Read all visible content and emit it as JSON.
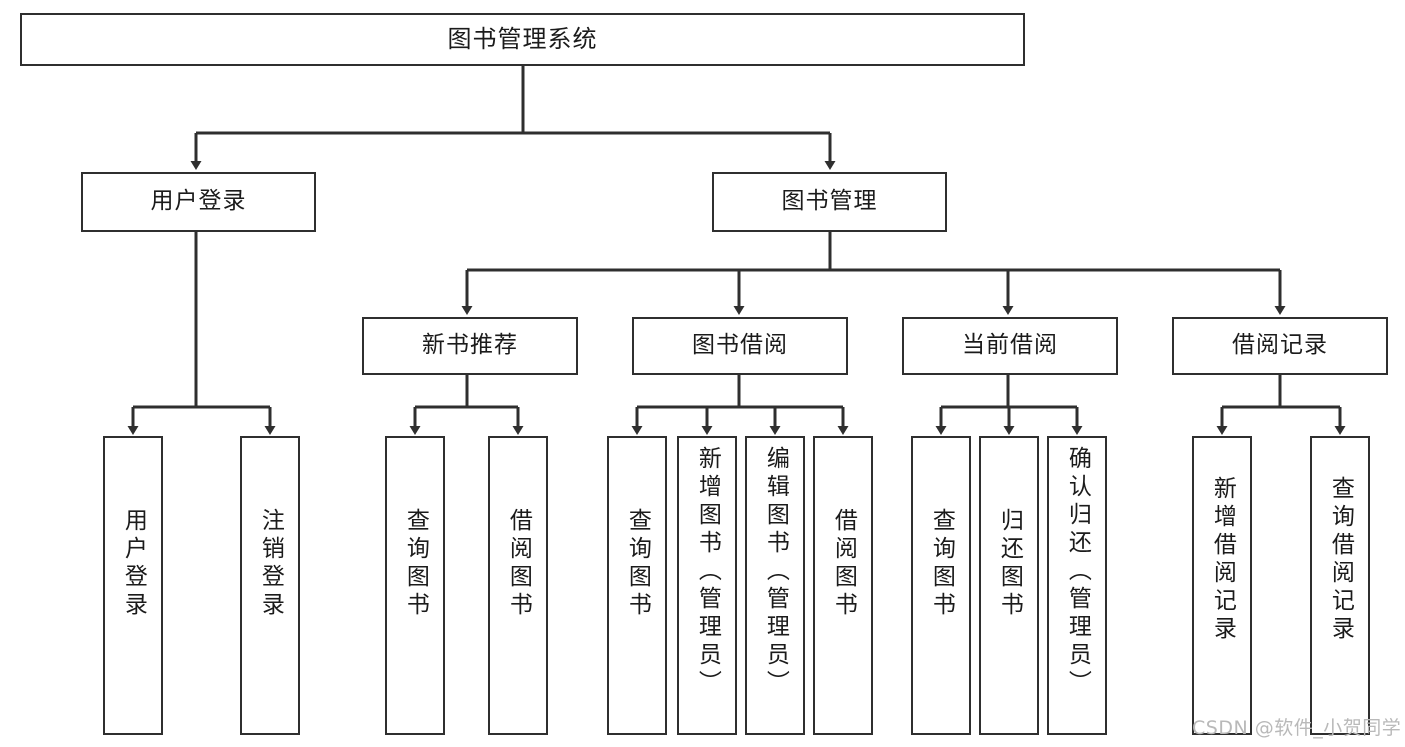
{
  "diagram": {
    "title": "图书管理系统",
    "watermark": "CSDN @软件_小贺同学",
    "colors": {
      "stroke": "#2f2f2f",
      "fill": "#ffffff",
      "text": "#1b1b1b",
      "watermark": "#b9b9b9"
    },
    "levels": {
      "root": {
        "label": "图书管理系统"
      },
      "level2": [
        {
          "label": "用户登录"
        },
        {
          "label": "图书管理"
        }
      ],
      "level3": [
        {
          "label": "新书推荐"
        },
        {
          "label": "图书借阅"
        },
        {
          "label": "当前借阅"
        },
        {
          "label": "借阅记录"
        }
      ],
      "leaves": {
        "user_login": [
          {
            "label": "用户登录"
          },
          {
            "label": "注销登录"
          }
        ],
        "new_book": [
          {
            "label": "查询图书"
          },
          {
            "label": "借阅图书"
          }
        ],
        "borrow_book": [
          {
            "label": "查询图书"
          },
          {
            "label": "新增图书（管理员）"
          },
          {
            "label": "编辑图书（管理员）"
          },
          {
            "label": "借阅图书"
          }
        ],
        "current_borrow": [
          {
            "label": "查询图书"
          },
          {
            "label": "归还图书"
          },
          {
            "label": "确认归还（管理员）"
          }
        ],
        "borrow_record": [
          {
            "label": "新增借阅记录"
          },
          {
            "label": "查询借阅记录"
          }
        ]
      }
    }
  }
}
